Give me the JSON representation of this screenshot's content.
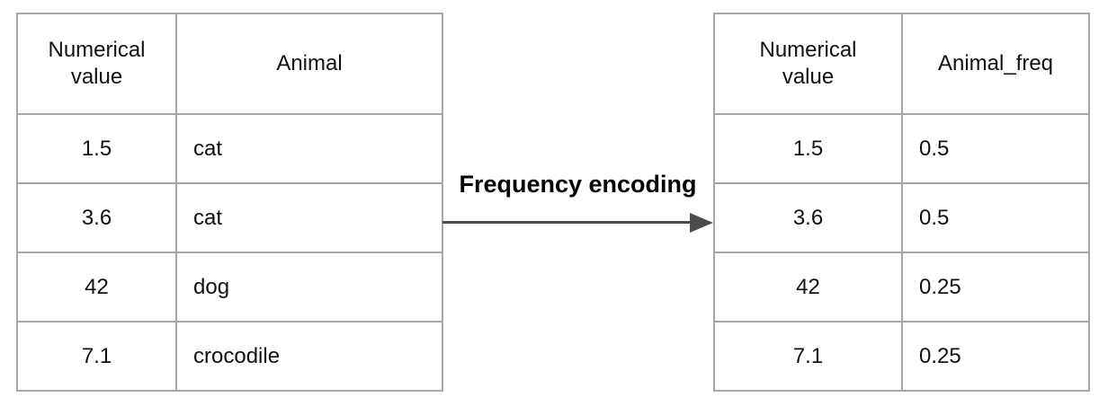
{
  "diagram": {
    "arrow": {
      "label": "Frequency encoding"
    },
    "colors": {
      "background": "#ffffff",
      "text": "#111111",
      "table_border": "#a6a6a6",
      "arrow": "#4d4d4d"
    }
  },
  "left_table": {
    "columns": [
      "Numerical value",
      "Animal"
    ],
    "rows": [
      [
        "1.5",
        "cat"
      ],
      [
        "3.6",
        "cat"
      ],
      [
        "42",
        "dog"
      ],
      [
        "7.1",
        "crocodile"
      ]
    ]
  },
  "right_table": {
    "columns": [
      "Numerical value",
      "Animal_freq"
    ],
    "rows": [
      [
        "1.5",
        "0.5"
      ],
      [
        "3.6",
        "0.5"
      ],
      [
        "42",
        "0.25"
      ],
      [
        "7.1",
        "0.25"
      ]
    ]
  }
}
